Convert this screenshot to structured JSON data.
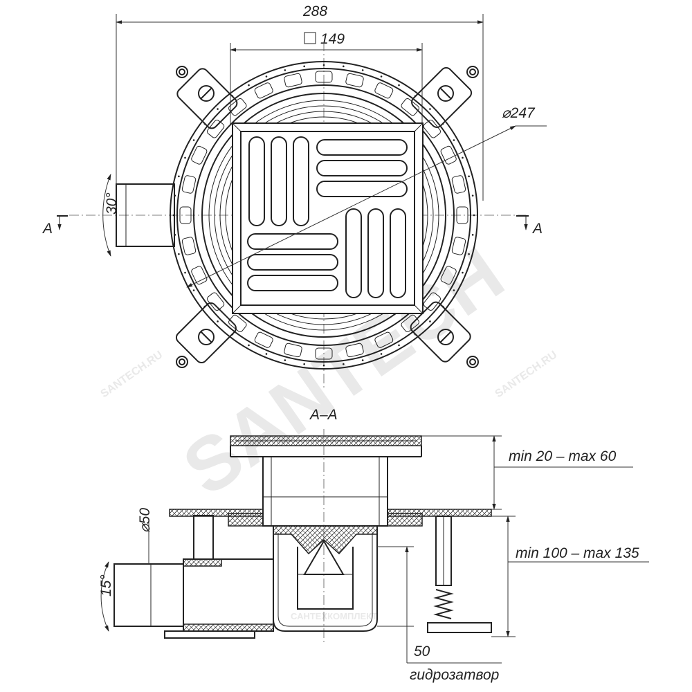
{
  "plan_view": {
    "dim_overall_width": "288",
    "dim_grate_square": "149",
    "dim_flange_diameter": "⌀247",
    "outlet_angle": "30°",
    "section_mark_left": "A",
    "section_mark_right": "A"
  },
  "section_view": {
    "title": "A–A",
    "dim_grate_height": "min 20 – max 60",
    "dim_body_height": "min 100 – max 135",
    "dim_pipe_diameter": "⌀50",
    "outlet_slope": "15°",
    "dim_water_seal": "50",
    "water_seal_label": "гидрозатвор"
  },
  "watermark": {
    "big_text": "SANTECH",
    "small_text": "SANTECH.RU",
    "stamp_text": "САНТЕХКОМПЛЕКТ"
  },
  "colors": {
    "line": "#222222",
    "watermark": "#e9e9e9"
  }
}
